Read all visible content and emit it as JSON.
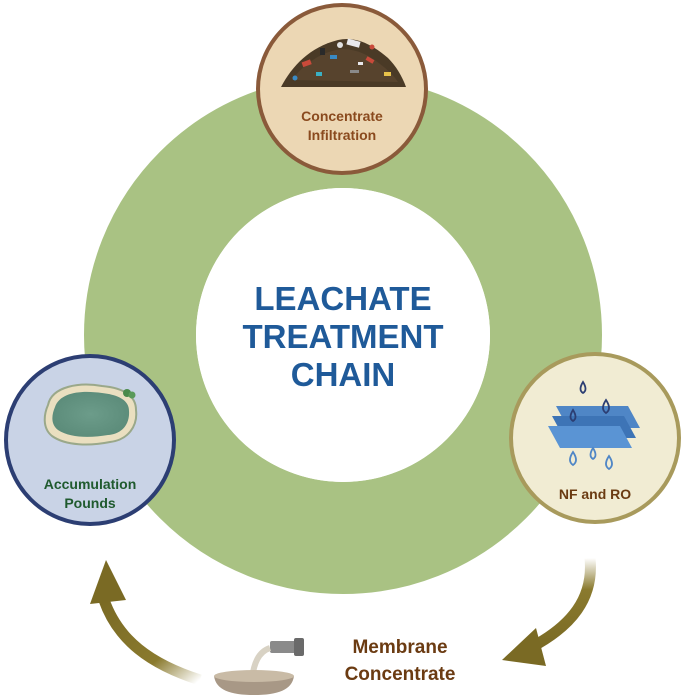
{
  "title": {
    "line1": "LEACHATE",
    "line2": "TREATMENT",
    "line3": "CHAIN"
  },
  "nodes": {
    "concentrate_infiltration": {
      "line1": "Concentrate",
      "line2": "Infiltration"
    },
    "nf_and_ro": {
      "line1": "NF and RO"
    },
    "accumulation_ponds": {
      "line1": "Accumulation",
      "line2": "Pounds"
    }
  },
  "membrane_concentrate": {
    "line1": "Membrane",
    "line2": "Concentrate"
  },
  "colors": {
    "ring": "#a9c283",
    "title": "#1f5a99",
    "node_top_fill": "#ecd7b4",
    "node_top_stroke": "#8a5a3a",
    "node_top_text": "#8a4a1e",
    "node_right_fill": "#f1ecd3",
    "node_right_stroke": "#a89a5c",
    "node_left_fill": "#c9d3e6",
    "node_left_stroke": "#2c3e73",
    "node_left_text": "#1f5a2e",
    "arrow": "#8a7a2e",
    "membrane_text": "#6b3b12"
  },
  "icons": [
    "waste-pile-icon",
    "membrane-droplets-icon",
    "pond-icon",
    "bowl-pipe-icon"
  ]
}
